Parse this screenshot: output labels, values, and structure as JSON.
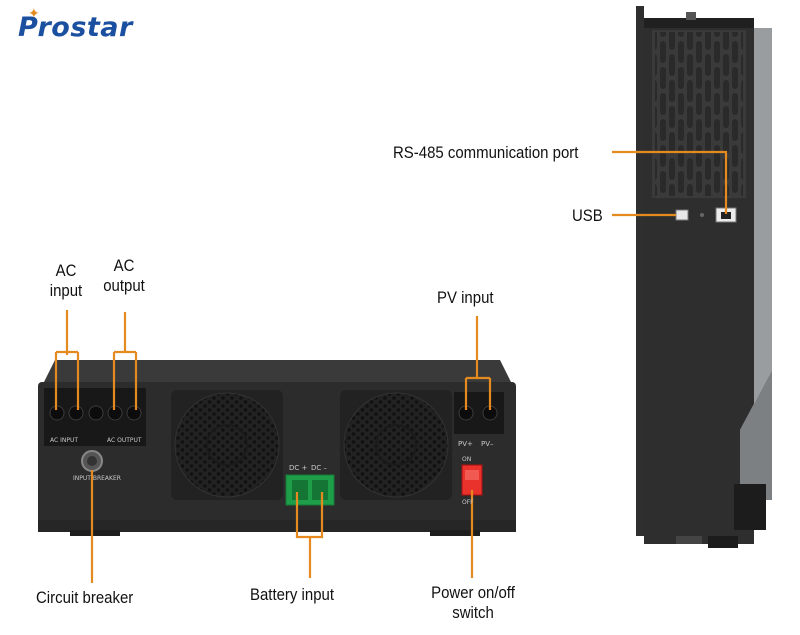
{
  "brand": {
    "logo_text": "Prostar",
    "accent": "#e58a1e",
    "logo_color": "#1b4fa0"
  },
  "callouts": {
    "ac_input": "AC\ninput",
    "ac_output": "AC\noutput",
    "pv_input": "PV input",
    "circuit_breaker": "Circuit breaker",
    "battery_input": "Battery input",
    "power_switch": "Power on/off\nswitch",
    "rs485": "RS-485 communication port",
    "usb": "USB"
  },
  "panel_text": {
    "ac_input": "AC INPUT",
    "ac_output": "AC OUTPUT",
    "input_breaker": "INPUT BREAKER",
    "dc_plus": "DC +",
    "dc_minus": "DC –",
    "pv_plus": "PV+",
    "pv_minus": "PV–",
    "on": "ON",
    "off": "OFF"
  },
  "colors": {
    "leader": "#e58a1e",
    "housing": "#2b2b2b",
    "side_panel": "#8a8d90",
    "terminal_green": "#1f9e4a",
    "switch_red": "#e8322b"
  }
}
